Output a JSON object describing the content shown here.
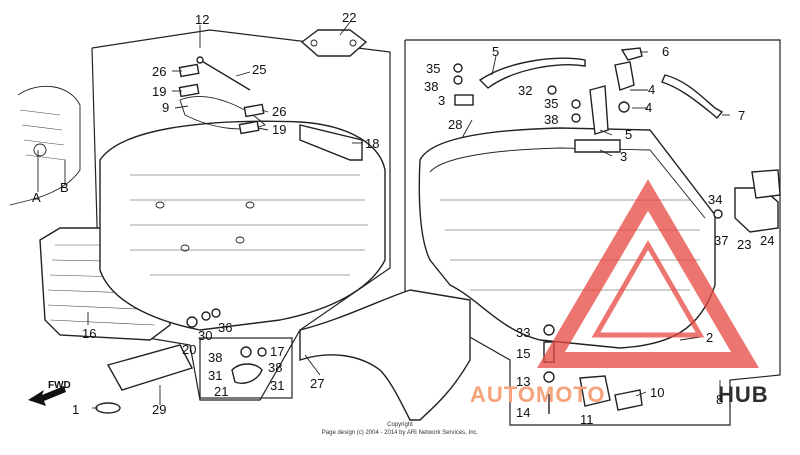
{
  "callouts": {
    "c1": "1",
    "c2": "2",
    "c3a": "3",
    "c3b": "3",
    "c4a": "4",
    "c4b": "4",
    "c5a": "5",
    "c5b": "5",
    "c6": "6",
    "c7": "7",
    "c8": "8",
    "c9": "9",
    "c10": "10",
    "c11": "11",
    "c12": "12",
    "c13": "13",
    "c14": "14",
    "c15": "15",
    "c16": "16",
    "c17": "17",
    "c18": "18",
    "c19a": "19",
    "c19b": "19",
    "c20": "20",
    "c21": "21",
    "c22": "22",
    "c23": "23",
    "c24": "24",
    "c25": "25",
    "c26a": "26",
    "c26b": "26",
    "c27": "27",
    "c28": "28",
    "c29": "29",
    "c30": "30",
    "c31a": "31",
    "c31b": "31",
    "c32": "32",
    "c33": "33",
    "c34": "34",
    "c35a": "35",
    "c35b": "35",
    "c36": "36",
    "c37": "37",
    "c38a": "38",
    "c38b": "38",
    "c38c": "38",
    "cA": "A",
    "cB": "B"
  },
  "fwd_label": "FWD",
  "watermark": {
    "text": "AUTOMOTOHUB",
    "color_main": "#f5a37a",
    "color_triangle": "#e8473f",
    "color_hub": "#2d2d2d"
  },
  "copyright": {
    "line1": "Copyright",
    "line2": "Page design (c) 2004 - 2014 by ARI Network Services, Inc."
  }
}
